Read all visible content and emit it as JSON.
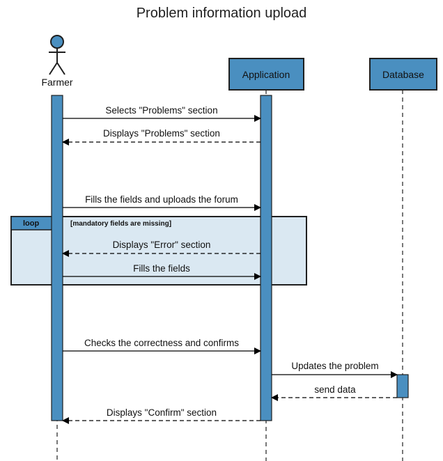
{
  "title": "Problem information upload",
  "colors": {
    "accent": "#4a8fc0",
    "loop_fill": "#dae8f2",
    "stroke": "#1f1f1f"
  },
  "participants": {
    "actor": {
      "name": "Farmer",
      "icon": "stick-figure-actor-icon"
    },
    "application": {
      "name": "Application"
    },
    "database": {
      "name": "Database"
    }
  },
  "loop": {
    "tag": "loop",
    "guard": "[mandatory fields are missing]"
  },
  "messages": [
    {
      "label": "Selects \"Problems\" section",
      "from": "Farmer",
      "to": "Application",
      "kind": "sync"
    },
    {
      "label": "Displays \"Problems\" section",
      "from": "Application",
      "to": "Farmer",
      "kind": "return"
    },
    {
      "label": "Fills the fields and uploads the forum",
      "from": "Farmer",
      "to": "Application",
      "kind": "sync"
    },
    {
      "label": "Displays \"Error\" section",
      "from": "Application",
      "to": "Farmer",
      "kind": "return"
    },
    {
      "label": "Fills the fields",
      "from": "Farmer",
      "to": "Application",
      "kind": "sync"
    },
    {
      "label": "Checks the correctness and confirms",
      "from": "Farmer",
      "to": "Application",
      "kind": "sync"
    },
    {
      "label": "Updates the problem",
      "from": "Application",
      "to": "Database",
      "kind": "sync"
    },
    {
      "label": "send data",
      "from": "Database",
      "to": "Application",
      "kind": "return"
    },
    {
      "label": "Displays \"Confirm\" section",
      "from": "Application",
      "to": "Farmer",
      "kind": "return"
    }
  ]
}
